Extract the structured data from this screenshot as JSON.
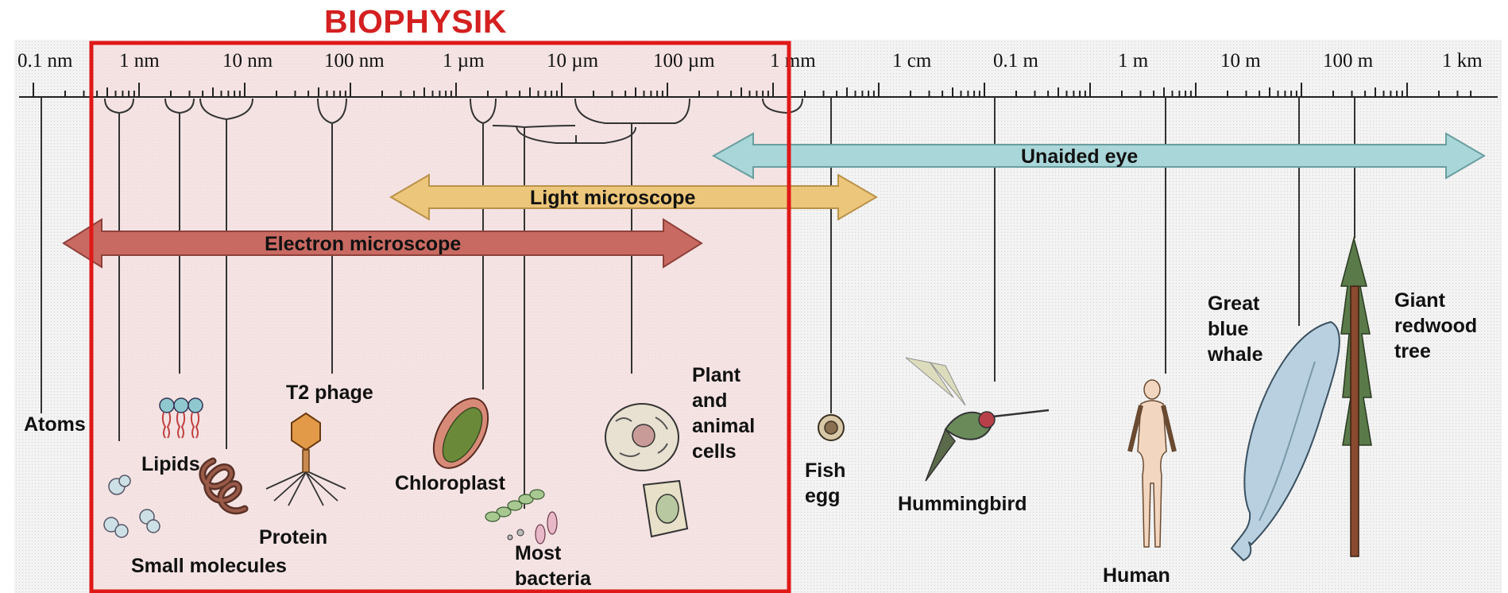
{
  "title": "BIOPHYSIK",
  "scale_ticks": [
    "0.1 nm",
    "1 nm",
    "10 nm",
    "100 nm",
    "1 µm",
    "10 µm",
    "100 µm",
    "1 mm",
    "1 cm",
    "0.1 m",
    "1 m",
    "10 m",
    "100 m",
    "1 km"
  ],
  "bands": {
    "unaided_eye": "Unaided eye",
    "light_microscope": "Light microscope",
    "electron_microscope": "Electron microscope"
  },
  "items": {
    "atoms": "Atoms",
    "lipids": "Lipids",
    "t2_phage": "T2 phage",
    "protein": "Protein",
    "small_molecules": "Small molecules",
    "chloroplast": "Chloroplast",
    "most": "Most",
    "bacteria": "bacteria",
    "plant_1": "Plant",
    "plant_2": "and",
    "plant_3": "animal",
    "plant_4": "cells",
    "fish_1": "Fish",
    "fish_2": "egg",
    "hummingbird": "Hummingbird",
    "human": "Human",
    "whale_1": "Great",
    "whale_2": "blue",
    "whale_3": "whale",
    "tree_1": "Giant",
    "tree_2": "redwood",
    "tree_3": "tree"
  },
  "colors": {
    "highlight_box": "#e01818",
    "title": "#d42020",
    "unaided_eye_band": "#a9d6d8",
    "light_microscope_band": "#ecc67a",
    "electron_microscope_band": "#c96a62",
    "background": "#ececec",
    "highlight_fill": "#f6dede"
  },
  "icons": [
    "lipids-icon",
    "phage-icon",
    "protein-icon",
    "small-molecules-icon",
    "chloroplast-icon",
    "bacteria-icon",
    "cell-icon",
    "fish-egg-icon",
    "hummingbird-icon",
    "human-icon",
    "whale-icon",
    "redwood-tree-icon"
  ]
}
